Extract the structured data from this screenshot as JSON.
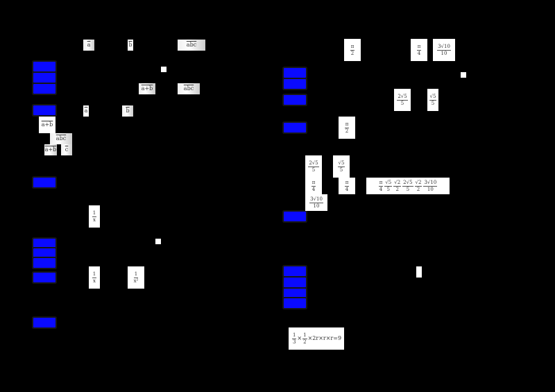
{
  "document": {
    "type": "math-answer-sheet",
    "background": "#000000",
    "marker_color": "#0a0aff"
  },
  "left": {
    "markers": [
      "",
      "",
      "",
      "",
      "",
      "",
      "",
      "",
      ""
    ],
    "row1": {
      "a": "a",
      "b": "b",
      "abc": [
        "a",
        "b",
        "c"
      ]
    },
    "row2": {
      "a_plus_b": "a+b",
      "abc": [
        "a",
        "b",
        "c"
      ]
    },
    "row3": {
      "a": "a",
      "b": "b",
      "a_plus_b": "a+b",
      "abc": [
        "a",
        "b",
        "c"
      ],
      "a_plus_b_2": "a+b",
      "c": "c"
    },
    "frac1": {
      "num": "1",
      "den": "x"
    },
    "frac2": {
      "num": "1",
      "den": "x"
    },
    "frac3": {
      "num": "1",
      "den": "x²"
    }
  },
  "right": {
    "top": {
      "pi_over_2": {
        "num": "π",
        "den": "2"
      },
      "pi_over_4": {
        "num": "π",
        "den": "4"
      },
      "val": {
        "num": "3√10",
        "den": "10"
      }
    },
    "mid1": {
      "f1": {
        "num": "2√5",
        "den": "5"
      },
      "f2": {
        "num": "√5",
        "den": "5"
      }
    },
    "mid2": {
      "pi_over_2": {
        "num": "π",
        "den": "2"
      }
    },
    "block": {
      "a": {
        "num": "2√5",
        "den": "5"
      },
      "b": {
        "num": "√5",
        "den": "5"
      },
      "c": {
        "num": "π",
        "den": "4"
      },
      "d": {
        "num": "π",
        "den": "4"
      },
      "e": {
        "num": "3√10",
        "den": "10"
      }
    },
    "chain": [
      {
        "num": "π",
        "den": "4"
      },
      {
        "num": "√5",
        "den": "5"
      },
      {
        "num": "√2",
        "den": "2"
      },
      {
        "num": "2√5",
        "den": "5"
      },
      {
        "num": "√2",
        "den": "2"
      },
      {
        "num": "3√10",
        "den": "10"
      }
    ],
    "volume": {
      "f1": {
        "num": "1",
        "den": "3"
      },
      "times": "×",
      "f2": {
        "num": "1",
        "den": "2"
      },
      "rest": "×2r×r×r=9"
    }
  }
}
